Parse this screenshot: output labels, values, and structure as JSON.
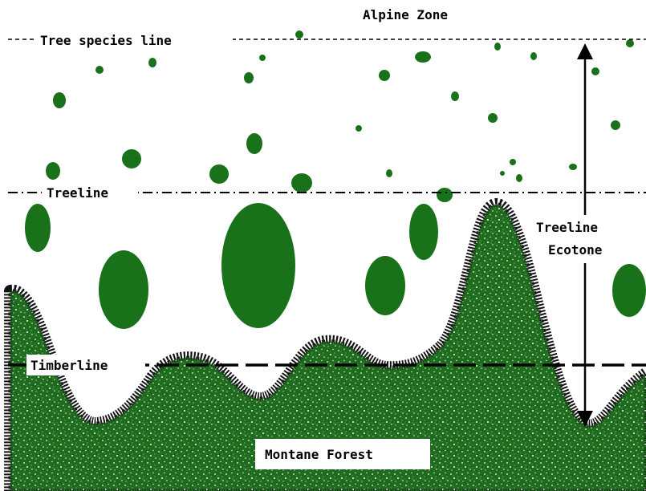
{
  "diagram": {
    "title_top": "Alpine Zone",
    "lines": {
      "species": "Tree species line",
      "treeline": "Treeline",
      "timberline": "Timberline"
    },
    "ecotone": {
      "line1": "Treeline",
      "line2": "Ecotone"
    },
    "forest_label": "Montane Forest"
  },
  "colors": {
    "tree": "#197219",
    "forest_dark": "#1e6b1e",
    "forest_light": "#3f9a3f",
    "edge": "#101010",
    "line": "#000000",
    "background": "#ffffff"
  },
  "icons": {
    "arrow": "double-headed-arrow"
  }
}
